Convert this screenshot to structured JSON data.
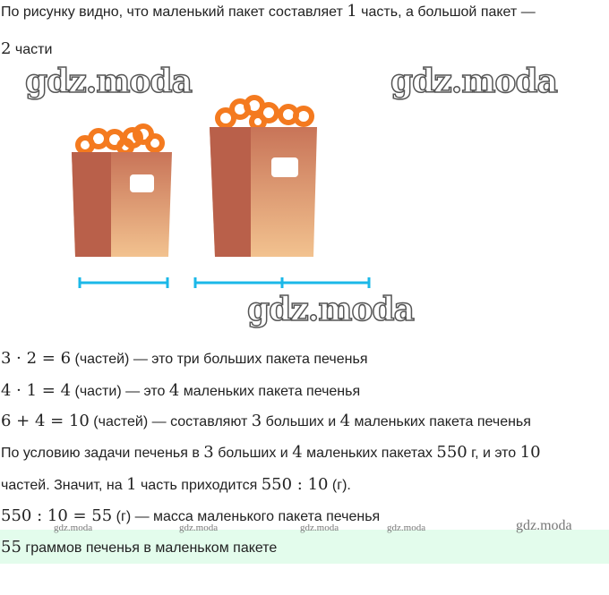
{
  "intro": {
    "line1": "По рисунку видно, что маленький пакет составляет ",
    "n1": "1",
    "line1b": " часть, а большой пакет —",
    "n2": "2",
    "line2": " части"
  },
  "watermark": "gdz.moda",
  "steps": [
    {
      "math": "3 · 2 = 6",
      "text": " (частей) — это три больших пакета печенья"
    },
    {
      "math": "4 · 1 = 4",
      "text": " (части) — это ",
      "m2": "4",
      "text2": " маленьких пакета печенья"
    },
    {
      "math": "6 + 4 = 10",
      "text": " (частей) — составляют ",
      "m2": "3",
      "text2": " больших и ",
      "m3": "4",
      "text3": " маленьких пакета печенья"
    }
  ],
  "condition": {
    "a": "По условию задачи печенья в ",
    "m1": "3",
    "b": " больших и ",
    "m2": "4",
    "c": " маленьких пакетах ",
    "m3": "550",
    "d": " г, и это ",
    "m4": "10",
    "e": "частей. Значит, на ",
    "m5": "1",
    "f": " часть приходится ",
    "m6": "550 : 10",
    "g": " (г)."
  },
  "final_step": {
    "math": "550 : 10 = 55",
    "text": " (г) — масса маленького пакета печенья"
  },
  "answer": {
    "math": "55",
    "text": " граммов печенья в маленьком пакете"
  },
  "colors": {
    "answer_bg": "#e3fcec",
    "segment": "#1bb8e8",
    "bag_dark": "#b9604a",
    "bag_light": "#f0c08e",
    "cookie": "#f47a1f"
  }
}
